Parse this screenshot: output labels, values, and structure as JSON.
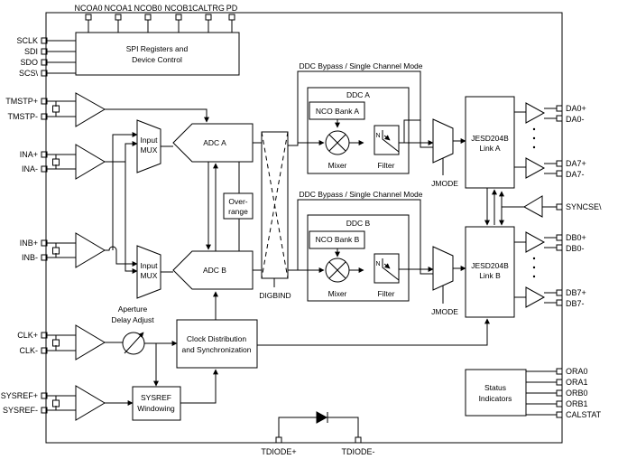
{
  "top_pins": [
    "NCOA0",
    "NCOA1",
    "NCOB0",
    "NCOB1",
    "CALTRG",
    "PD"
  ],
  "left_pins": {
    "sclk": "SCLK",
    "sdi": "SDI",
    "sdo": "SDO",
    "scs": "SCS\\",
    "tmstp_p": "TMSTP+",
    "tmstp_n": "TMSTP-",
    "ina_p": "INA+",
    "ina_n": "INA-",
    "inb_p": "INB+",
    "inb_n": "INB-",
    "clk_p": "CLK+",
    "clk_n": "CLK-",
    "sysref_p": "SYSREF+",
    "sysref_n": "SYSREF-"
  },
  "right_pins": {
    "da0p": "DA0+",
    "da0n": "DA0-",
    "da7p": "DA7+",
    "da7n": "DA7-",
    "syncse": "SYNCSE\\",
    "db0p": "DB0+",
    "db0n": "DB0-",
    "db7p": "DB7+",
    "db7n": "DB7-",
    "ora0": "ORA0",
    "ora1": "ORA1",
    "orb0": "ORB0",
    "orb1": "ORB1",
    "calstat": "CALSTAT"
  },
  "bottom_pins": {
    "tdiode_p": "TDIODE+",
    "tdiode_n": "TDIODE-"
  },
  "blocks": {
    "spi_line1": "SPI Registers and",
    "spi_line2": "Device Control",
    "input_line1": "Input",
    "input_line2": "MUX",
    "adc_a": "ADC A",
    "adc_b": "ADC B",
    "over_line1": "Over-",
    "over_line2": "range",
    "digbind": "DIGBIND",
    "ddc_bypass": "DDC Bypass / Single Channel Mode",
    "ddc_a": "DDC A",
    "ddc_b": "DDC B",
    "nco_bank_a": "NCO Bank A",
    "nco_bank_b": "NCO Bank B",
    "mixer": "Mixer",
    "filter": "Filter",
    "filter_n": "N",
    "jmode": "JMODE",
    "jesd_line1": "JESD204B",
    "link_a": "Link A",
    "link_b": "Link B",
    "aperture_line1": "Aperture",
    "aperture_line2": "Delay Adjust",
    "clock_line1": "Clock Distribution",
    "clock_line2": "and Synchronization",
    "sysref_line1": "SYSREF",
    "sysref_line2": "Windowing",
    "status_line1": "Status",
    "status_line2": "Indicators"
  }
}
